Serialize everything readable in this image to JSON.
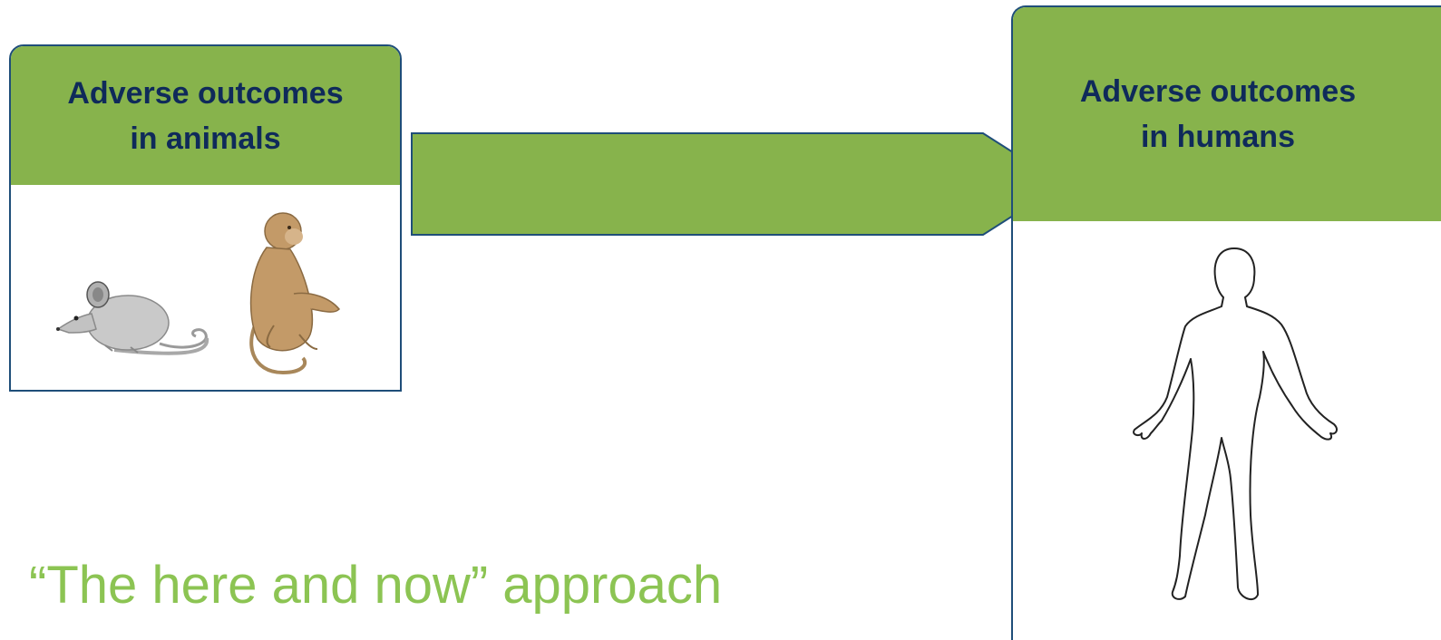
{
  "left_box": {
    "title_line1": "Adverse outcomes",
    "title_line2": "in animals",
    "icons": [
      "mouse-icon",
      "monkey-icon"
    ]
  },
  "right_box": {
    "title_line1": "Adverse outcomes",
    "title_line2": "in humans",
    "icons": [
      "human-body-outline-icon"
    ]
  },
  "arrow": {
    "direction": "right"
  },
  "caption": "“The here and now” approach",
  "colors": {
    "header_green": "#87b34c",
    "title_navy": "#0f2a5a",
    "border_blue": "#1f4e79",
    "caption_green": "#8cc453"
  }
}
